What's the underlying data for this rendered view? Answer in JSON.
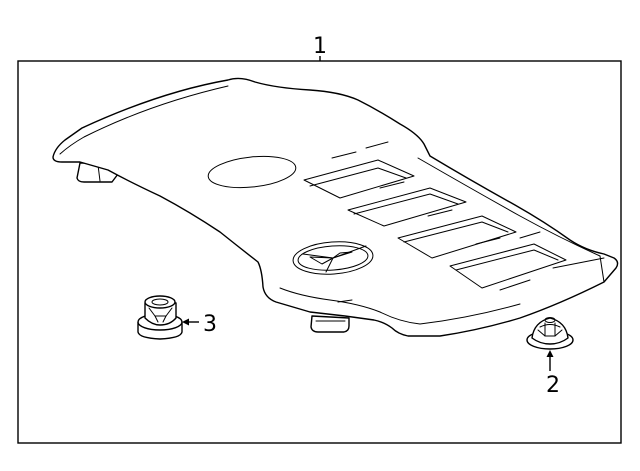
{
  "diagram": {
    "callouts": {
      "assembly": "1",
      "grommet": "2",
      "fastener": "3"
    },
    "colors": {
      "line": "#000000",
      "background": "#ffffff"
    }
  }
}
